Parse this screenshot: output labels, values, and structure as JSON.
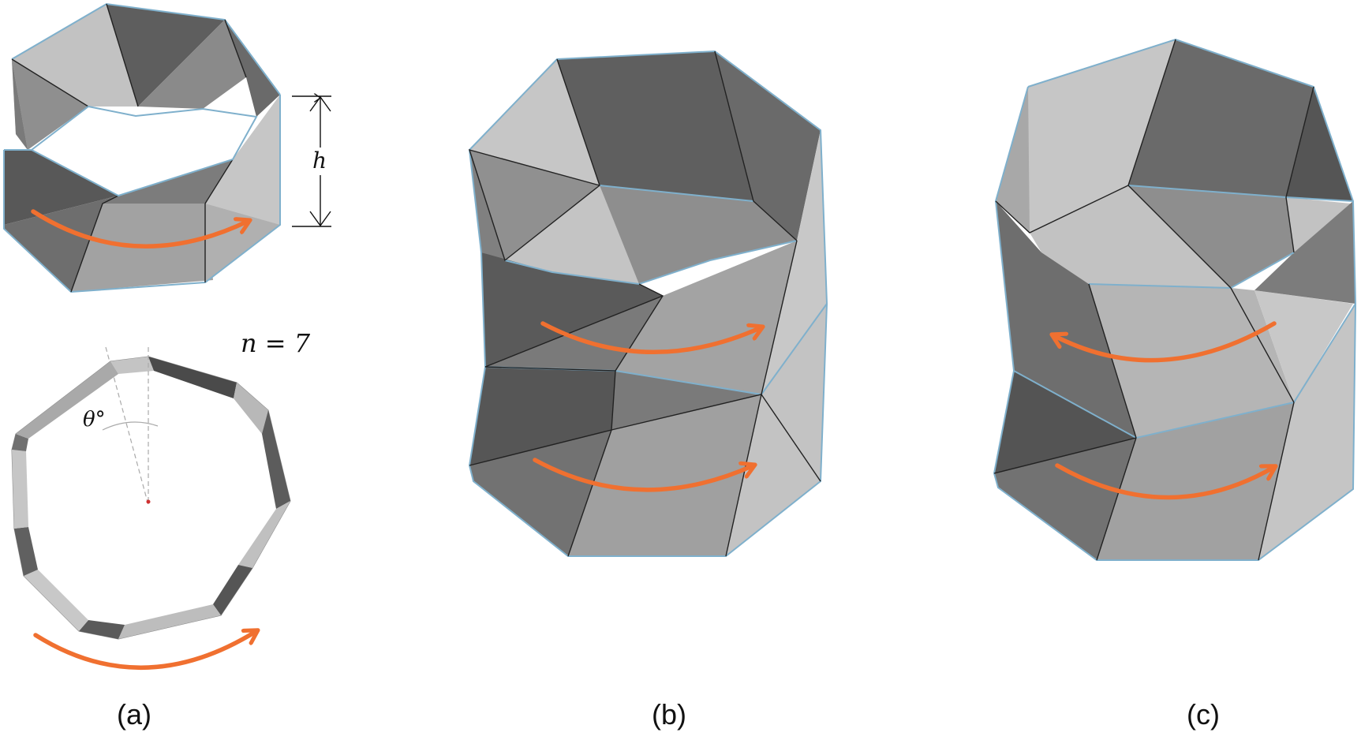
{
  "labels": {
    "panel_a": "(a)",
    "panel_b": "(b)",
    "panel_c": "(c)",
    "height_symbol": "h",
    "n_expr": "n = 7",
    "theta": "θ°"
  },
  "colors": {
    "light": "#bdbdbd",
    "medium": "#9a9a9a",
    "mid_dark": "#7d7d7d",
    "dark": "#5c5c5c",
    "arrow": "#f07030",
    "edge_blue": "#7fb0cc"
  },
  "icons": {
    "rotation_arrow": "curved-arrow-icon"
  }
}
